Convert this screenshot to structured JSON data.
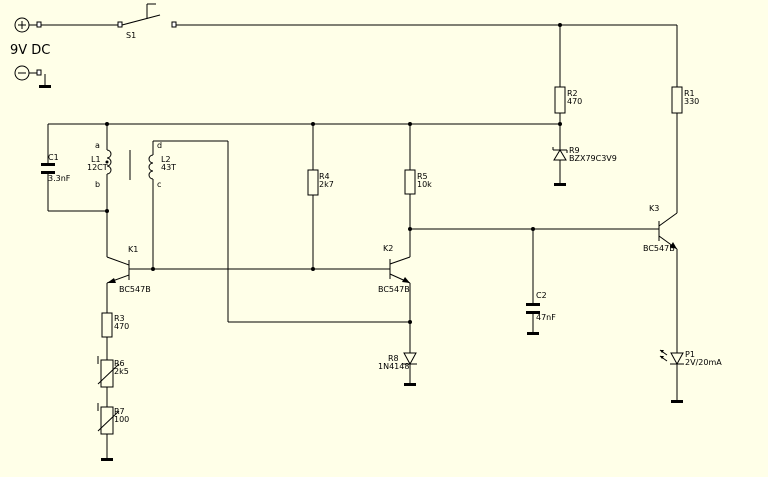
{
  "supply": {
    "voltage_label": "9V DC",
    "plus_symbol": "+",
    "minus_symbol": "−"
  },
  "components": {
    "s1": {
      "ref": "S1"
    },
    "r1": {
      "ref": "R1",
      "value": "330"
    },
    "r2": {
      "ref": "R2",
      "value": "470"
    },
    "r3": {
      "ref": "R3",
      "value": "470"
    },
    "r4": {
      "ref": "R4",
      "value": "2k7"
    },
    "r5": {
      "ref": "R5",
      "value": "10k"
    },
    "r6": {
      "ref": "R6",
      "value": "2k5"
    },
    "r7": {
      "ref": "R7",
      "value": "100"
    },
    "c1": {
      "ref": "C1",
      "value": "3.3nF"
    },
    "c2": {
      "ref": "C2",
      "value": "47nF"
    },
    "l1": {
      "ref": "L1",
      "value": "12CT",
      "pin_a": "a",
      "pin_b": "b"
    },
    "l2": {
      "ref": "L2",
      "value": "43T",
      "pin_c": "c",
      "pin_d": "d"
    },
    "r9": {
      "ref": "R9",
      "value": "BZX79C3V9"
    },
    "r8": {
      "ref": "R8",
      "value": "1N4148"
    },
    "p1": {
      "ref": "P1",
      "value": "2V/20mA"
    },
    "k1": {
      "ref": "K1",
      "value": "BC547B"
    },
    "k2": {
      "ref": "K2",
      "value": "BC547B"
    },
    "k3": {
      "ref": "K3",
      "value": "BC547B"
    }
  },
  "colors": {
    "background": "#ffffe8",
    "ink": "#000000"
  }
}
